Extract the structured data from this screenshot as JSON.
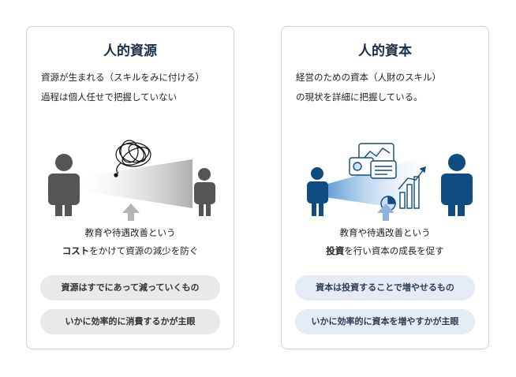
{
  "left": {
    "title": "人的資源",
    "desc_line1": "資源が生まれる（スキルをみに付ける）",
    "desc_line2": "過程は個人任せで把握していない",
    "caption_line1": "教育や待遇改善という",
    "caption_bold": "コスト",
    "caption_rest": "をかけて資源の減少を防ぐ",
    "pill1": "資源はすでにあって減っていくもの",
    "pill2": "いかに効率的に消費するかが主眼",
    "color": "#555555"
  },
  "right": {
    "title": "人的資本",
    "desc_line1": "経営のための資本（人財のスキル）",
    "desc_line2": "の現状を詳細に把握している。",
    "caption_line1": "教育や待遇改善という",
    "caption_bold": "投資",
    "caption_rest": "を行い資本の成長を促す",
    "pill1": "資本は投資することで増やせるもの",
    "pill2": "いかに効率的に資本を増やすかが主眼",
    "color": "#0f4c81"
  }
}
